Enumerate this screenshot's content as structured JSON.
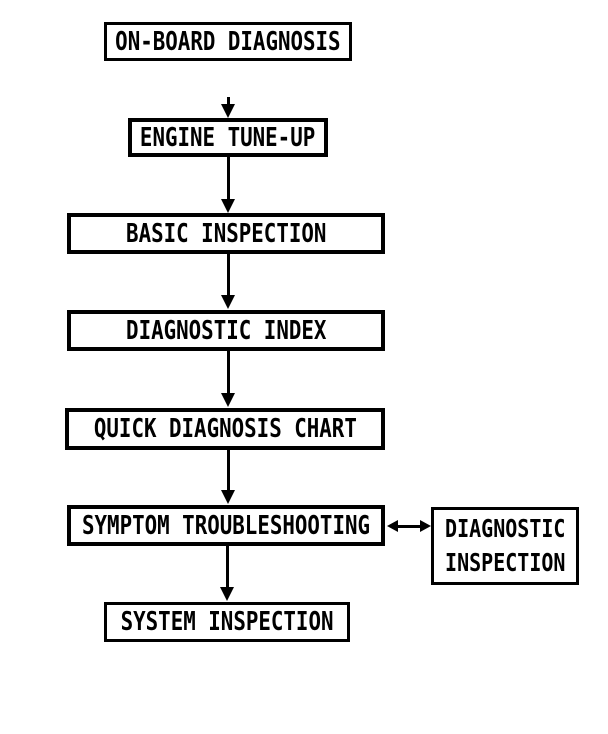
{
  "page": {
    "background": "#ffffff",
    "ink": "#000000"
  },
  "flowchart": {
    "nodes": [
      {
        "id": "on-board-diagnosis",
        "label": "ON-BOARD DIAGNOSIS"
      },
      {
        "id": "engine-tune-up",
        "label": "ENGINE TUNE-UP"
      },
      {
        "id": "basic-inspection",
        "label": "BASIC INSPECTION"
      },
      {
        "id": "diagnostic-index",
        "label": "DIAGNOSTIC INDEX"
      },
      {
        "id": "quick-diagnosis-chart",
        "label": "QUICK DIAGNOSIS CHART"
      },
      {
        "id": "symptom-troubleshooting",
        "label": "SYMPTOM TROUBLESHOOTING"
      },
      {
        "id": "diagnostic-inspection",
        "label_lines": [
          "DIAGNOSTIC",
          "INSPECTION"
        ]
      },
      {
        "id": "system-inspection",
        "label": "SYSTEM INSPECTION"
      }
    ],
    "edges": [
      {
        "from": "on-board-diagnosis",
        "to": "engine-tune-up",
        "style": "arrow-down"
      },
      {
        "from": "engine-tune-up",
        "to": "basic-inspection",
        "style": "arrow-down"
      },
      {
        "from": "basic-inspection",
        "to": "diagnostic-index",
        "style": "arrow-down"
      },
      {
        "from": "diagnostic-index",
        "to": "quick-diagnosis-chart",
        "style": "arrow-down"
      },
      {
        "from": "quick-diagnosis-chart",
        "to": "symptom-troubleshooting",
        "style": "arrow-down"
      },
      {
        "from": "symptom-troubleshooting",
        "to": "diagnostic-inspection",
        "style": "arrow-both-horizontal"
      },
      {
        "from": "symptom-troubleshooting",
        "to": "system-inspection",
        "style": "arrow-down"
      }
    ]
  }
}
